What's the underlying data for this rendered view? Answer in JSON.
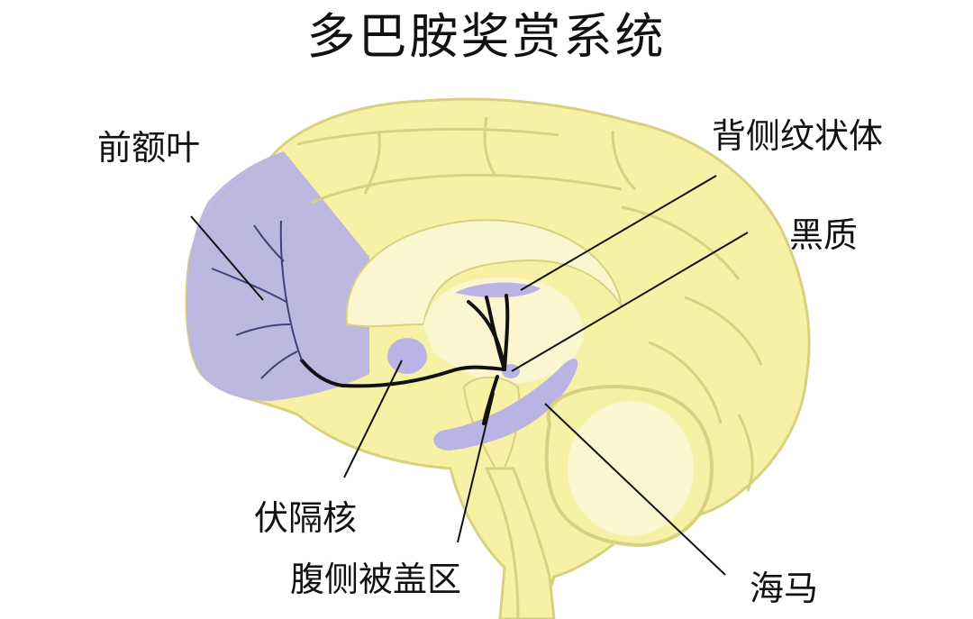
{
  "title": "多巴胺奖赏系统",
  "labels": {
    "prefrontal": "前额叶",
    "dorsal_striatum": "背侧纹状体",
    "substantia_nigra": "黑质",
    "nucleus_accumbens": "伏隔核",
    "vta": "腹侧被盖区",
    "hippocampus": "海马"
  },
  "colors": {
    "brain": "#f7f1a6",
    "brain_outline": "#d8d180",
    "inner": "#fbf6cf",
    "region": "#b9b4e3",
    "pathway": "#111111"
  }
}
